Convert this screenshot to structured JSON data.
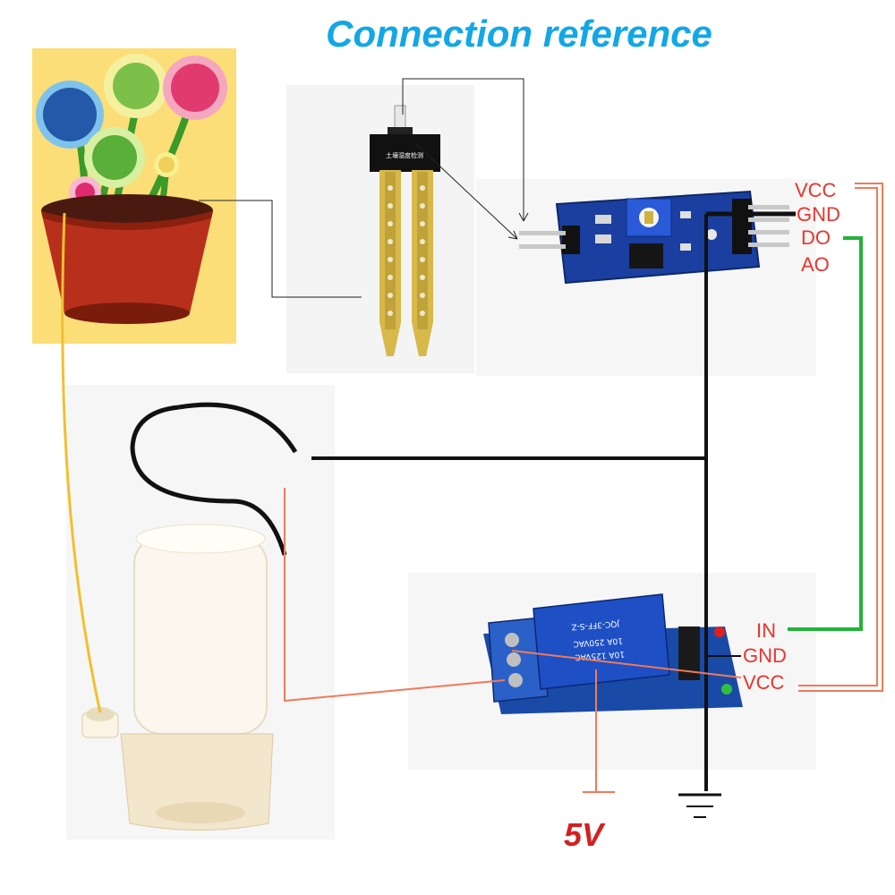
{
  "title": "Connection reference",
  "sensor_pins": [
    "VCC",
    "GND",
    "DO",
    "AO"
  ],
  "relay_pins": [
    "IN",
    "GND",
    "VCC"
  ],
  "supply_label": "5V",
  "probe_label": "土壤湿度检测",
  "relay_text": [
    "JQC-3FF-S-Z",
    "10A 250VAC",
    "10A 125VAC"
  ],
  "colors": {
    "title": "#12a7e6",
    "pin_label": "#e8352e",
    "vcc_wire": "#f07a5a",
    "do_wire": "#22b33a",
    "gnd_wire": "#111111",
    "pcb_blue": "#1a3fa0"
  }
}
